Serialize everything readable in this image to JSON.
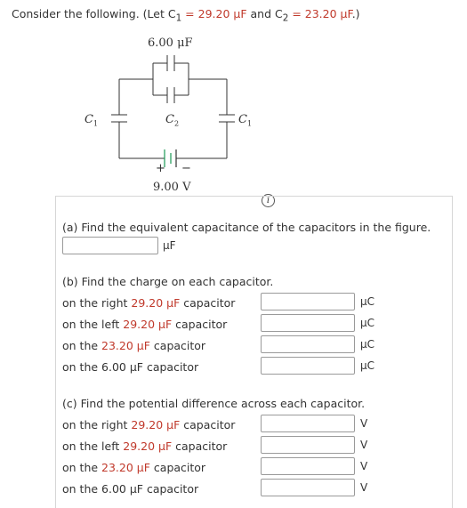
{
  "intro": {
    "prefix": "Consider the following. (Let ",
    "c1_label": "C",
    "c1_sub": "1",
    "c1_value": " = 29.20 μF",
    "and": " and ",
    "c2_label": "C",
    "c2_sub": "2",
    "c2_value": " = 23.20 μF",
    "suffix": ".)"
  },
  "circuit": {
    "top_cap_label": "6.00 μF",
    "left_label": "C",
    "left_sub": "1",
    "middle_label": "C",
    "middle_sub": "2",
    "right_label": "C",
    "right_sub": "1",
    "battery_plus": "+",
    "battery_minus": "−",
    "battery_label": "9.00 V"
  },
  "info_icon": "i",
  "part_a": {
    "prompt": "(a) Find the equivalent capacitance of the capacitors in the figure.",
    "unit": "μF",
    "value": ""
  },
  "part_b": {
    "prompt": "(b) Find the charge on each capacitor.",
    "rows": [
      {
        "pre": "on the right ",
        "val": "29.20 μF",
        "post": " capacitor",
        "unit": "μC",
        "value": ""
      },
      {
        "pre": "on the left ",
        "val": "29.20 μF",
        "post": " capacitor",
        "unit": "μC",
        "value": ""
      },
      {
        "pre": "on the ",
        "val": "23.20 μF",
        "post": " capacitor",
        "unit": "μC",
        "value": ""
      },
      {
        "pre": "on the 6.00 μF capacitor",
        "val": "",
        "post": "",
        "unit": "μC",
        "value": ""
      }
    ]
  },
  "part_c": {
    "prompt": "(c) Find the potential difference across each capacitor.",
    "rows": [
      {
        "pre": "on the right ",
        "val": "29.20 μF",
        "post": " capacitor",
        "unit": "V",
        "value": ""
      },
      {
        "pre": "on the left ",
        "val": "29.20 μF",
        "post": " capacitor",
        "unit": "V",
        "value": ""
      },
      {
        "pre": "on the ",
        "val": "23.20 μF",
        "post": " capacitor",
        "unit": "V",
        "value": ""
      },
      {
        "pre": "on the 6.00 μF capacitor",
        "val": "",
        "post": "",
        "unit": "V",
        "value": ""
      }
    ]
  },
  "colors": {
    "highlight": "#c0392b",
    "battery": "#1a9a55"
  }
}
